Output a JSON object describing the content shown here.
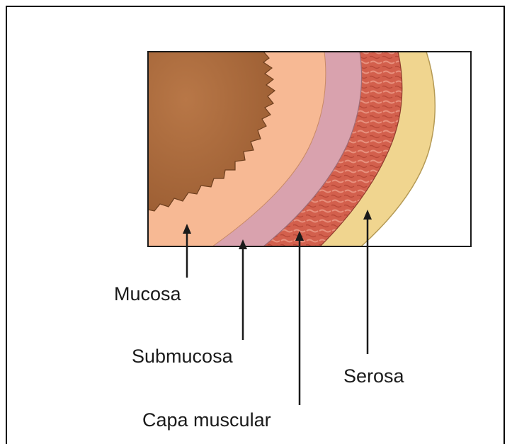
{
  "labels": {
    "mucosa": "Mucosa",
    "submucosa": "Submucosa",
    "muscular": "Capa muscular",
    "serosa": "Serosa"
  },
  "colors": {
    "mucosa_dark": "#a8693c",
    "mucosa_light": "#c98e5c",
    "lamina": "#f7b994",
    "submucosa": "#d9a2ae",
    "muscular": "#d3604d",
    "muscular_light": "#e38a78",
    "serosa": "#f0d58f",
    "outline": "#1a1a1a"
  }
}
